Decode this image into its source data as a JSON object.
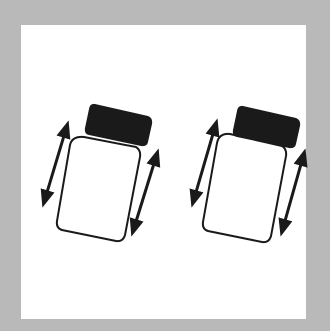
{
  "figure": {
    "description_icon": "bottle-invert-instruction-icon",
    "frame_color": "#b9b9b9",
    "stroke_color": "#1a1a1a",
    "cap_color": "#1a1a1a",
    "panels": [
      {
        "id": "left-bottle",
        "cap": "black",
        "motion": "tilt-shake-up-down"
      },
      {
        "id": "right-bottle",
        "cap": "black",
        "motion": "tilt-shake-up-down"
      }
    ]
  }
}
